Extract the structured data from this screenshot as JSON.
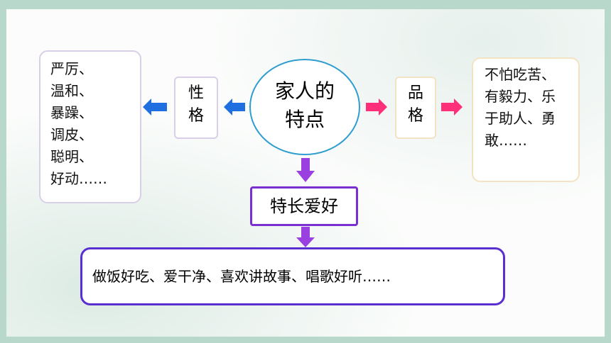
{
  "center": {
    "line1": "家人的",
    "line2": "特点"
  },
  "personality": {
    "line1": "性",
    "line2": "格"
  },
  "character": {
    "line1": "品",
    "line2": "格"
  },
  "personality_traits": [
    "严厉、",
    "温和、",
    "暴躁、",
    "调皮、",
    "聪明、",
    "好动……"
  ],
  "character_traits": [
    "不怕吃苦、",
    "有毅力、乐",
    "于助人、勇",
    "敢……"
  ],
  "hobby": {
    "label": "特长爱好"
  },
  "hobby_examples": "做饭好吃、爱干净、喜欢讲故事、唱歌好听……",
  "colors": {
    "blue_arrow": "#1f6fe0",
    "pink_arrow": "#ff2f7a",
    "purple_arrow": "#9a3fe0",
    "center_border": "#2f9ecf"
  }
}
